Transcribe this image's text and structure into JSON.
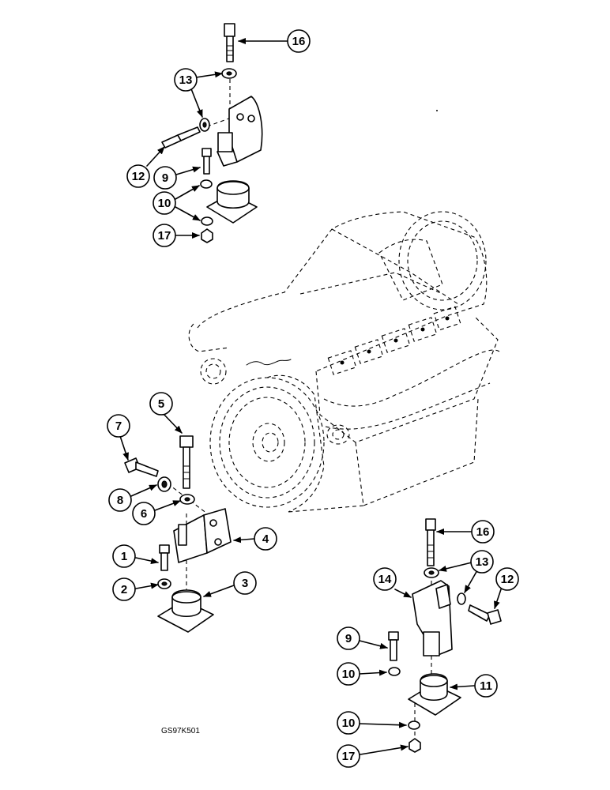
{
  "drawing_code": "GS97K501",
  "callouts": {
    "rear_mount": {
      "bolt_top": "16",
      "washer_spacer": "13",
      "side_bolt": "12",
      "small_bolt": "9",
      "washers": "10",
      "nut": "17"
    },
    "front_left_mount": {
      "long_bolt": "5",
      "side_bolt": "7",
      "spacer": "8",
      "washer": "6",
      "bracket": "4",
      "small_bolt": "1",
      "washer_lower": "2",
      "rubber_mount": "3"
    },
    "front_right_mount": {
      "bolt_top": "16",
      "washer_spacer": "13",
      "side_bolt": "12",
      "bracket": "14",
      "small_bolt": "9",
      "washer_upper": "10",
      "rubber_mount": "11",
      "washer_lower": "10",
      "nut": "17"
    }
  }
}
